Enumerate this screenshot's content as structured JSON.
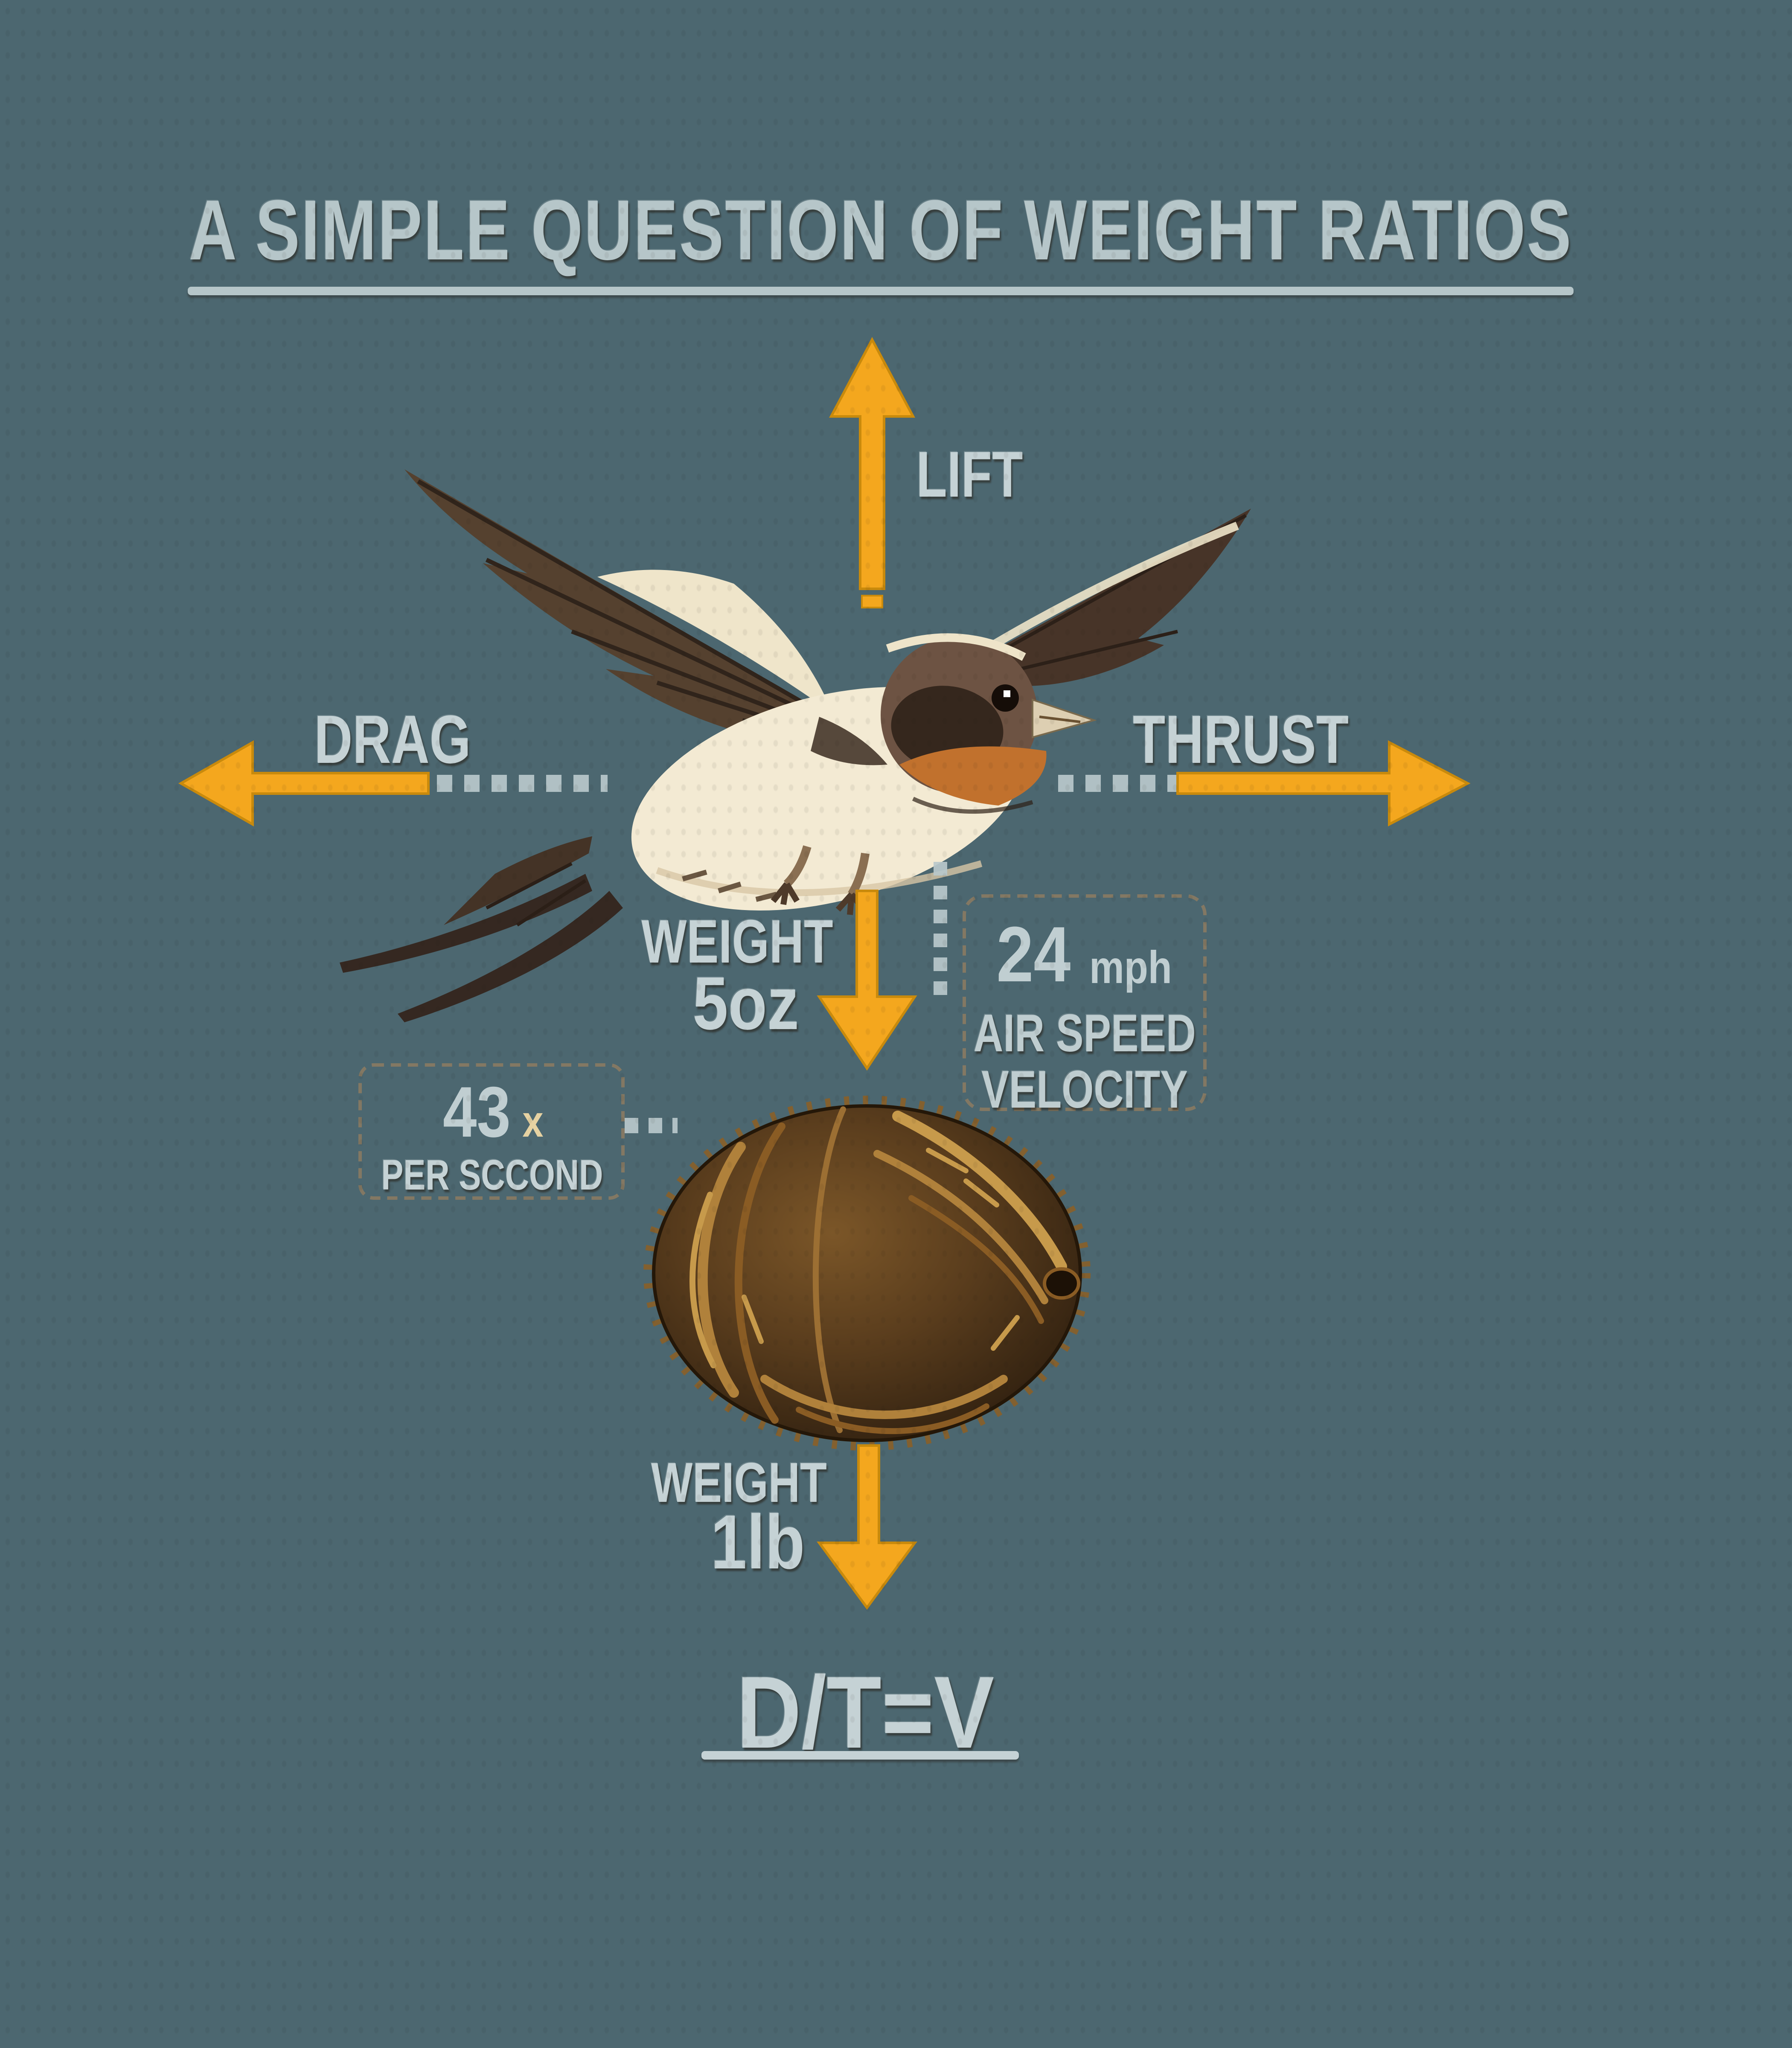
{
  "title": {
    "text": "A SIMPLE QUESTION OF WEIGHT RATIOS"
  },
  "labels": {
    "lift": "LIFT",
    "drag": "DRAG",
    "thrust": "THRUST"
  },
  "swallow": {
    "weight_label": "WEIGHT",
    "weight_value": "5oz"
  },
  "air_speed_box": {
    "value": "24",
    "unit": "mph",
    "line1": "AIR SPEED",
    "line2": "VELOCITY"
  },
  "flap_rate_box": {
    "value": "43",
    "unit": "x",
    "caption": "PER SCCOND"
  },
  "coconut": {
    "weight_label": "WEIGHT",
    "weight_value": "1lb"
  },
  "formula": {
    "equation": "D/T=V"
  },
  "colors": {
    "background": "#4c6770",
    "arrow_orange": "#f4a71e",
    "label_text": "#c5d2d5",
    "title_text": "#b6c6c9",
    "box_border": "#837863",
    "x_accent": "#e6d2a2"
  }
}
